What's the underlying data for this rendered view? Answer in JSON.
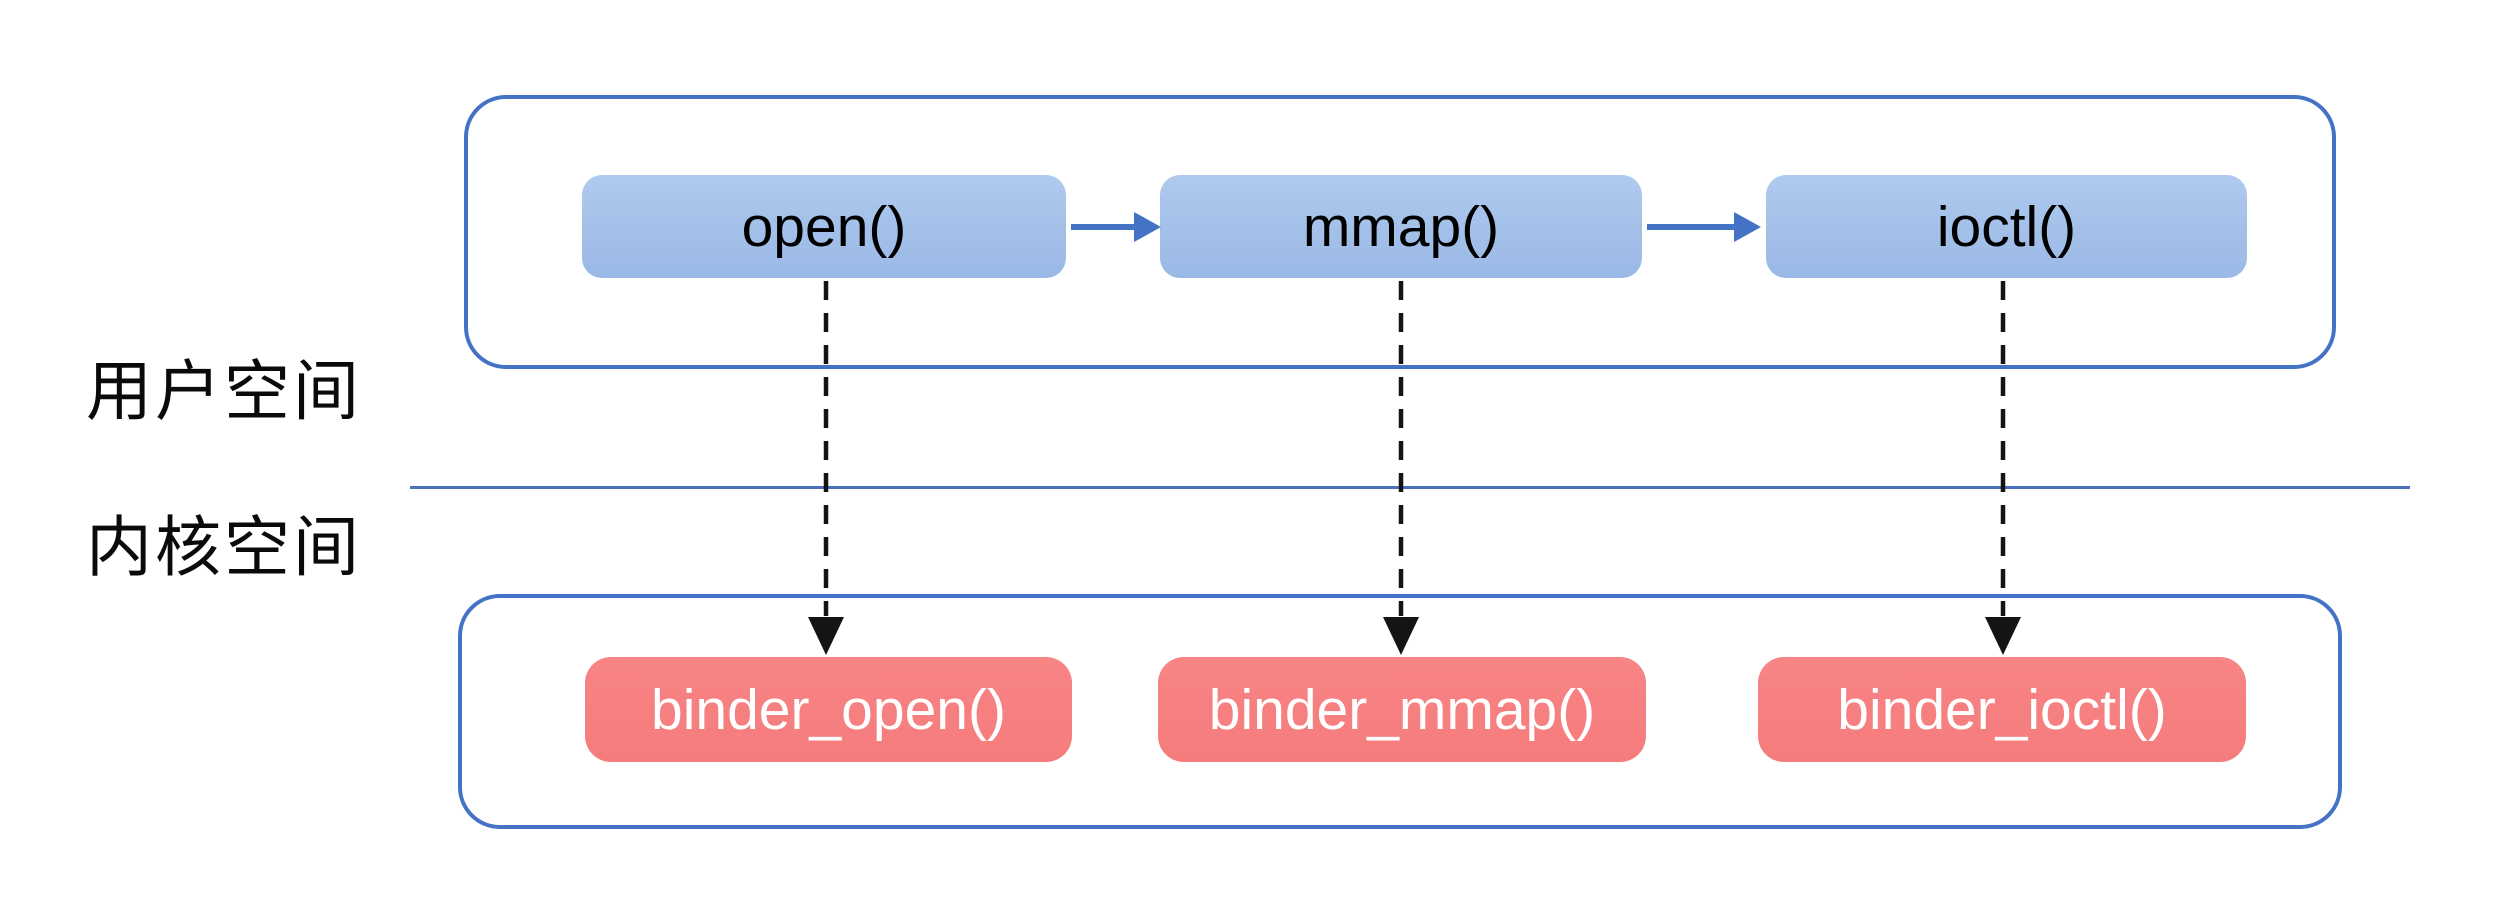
{
  "labels": {
    "user_space": "用户空间",
    "kernel_space": "内核空间"
  },
  "user_space": {
    "boxes": [
      {
        "id": "open",
        "label": "open()"
      },
      {
        "id": "mmap",
        "label": "mmap()"
      },
      {
        "id": "ioctl",
        "label": "ioctl()"
      }
    ]
  },
  "kernel_space": {
    "boxes": [
      {
        "id": "binder_open",
        "label": "binder_open()"
      },
      {
        "id": "binder_mmap",
        "label": "binder_mmap()"
      },
      {
        "id": "binder_ioctl",
        "label": "binder_ioctl()"
      }
    ]
  },
  "relations": {
    "horizontal_flow": [
      "open() -> mmap()",
      "mmap() -> ioctl()"
    ],
    "vertical_mapping": [
      "open() -> binder_open()",
      "mmap() -> binder_mmap()",
      "ioctl() -> binder_ioctl()"
    ]
  },
  "colors": {
    "container_border": "#4472c4",
    "solid_arrow": "#4472c4",
    "divider_line": "#4a6fbd",
    "user_box_fill_top": "#afcaee",
    "user_box_fill_bottom": "#9bb9e6",
    "user_box_text": "#000000",
    "kernel_box_fill": "#f57c7c",
    "kernel_box_text": "#ffffff",
    "dashed_arrow": "#141414",
    "background": "#ffffff"
  }
}
